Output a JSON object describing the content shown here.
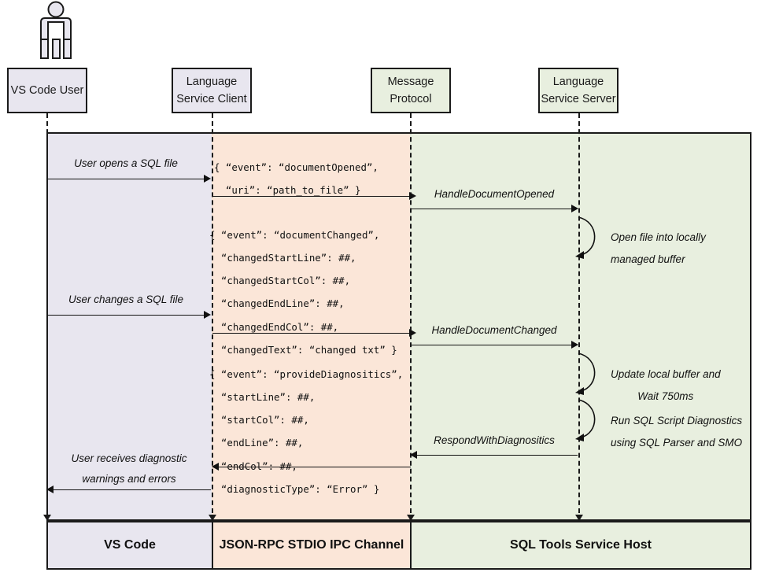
{
  "diagram": {
    "title": "SQL Tools Service language protocol sequence",
    "colors": {
      "vscode_band": "#e8e6ef",
      "rpc_band": "#fbe6d8",
      "sql_band": "#e8efdf",
      "stroke": "#1a1a1a"
    }
  },
  "actors": [
    {
      "id": "user",
      "line1": "VS Code User",
      "line2": ""
    },
    {
      "id": "client",
      "line1": "Language",
      "line2": "Service Client"
    },
    {
      "id": "proto",
      "line1": "Message",
      "line2": "Protocol"
    },
    {
      "id": "server",
      "line1": "Language",
      "line2": "Service Server"
    }
  ],
  "zones": [
    {
      "id": "vscode",
      "label": "VS Code"
    },
    {
      "id": "rpc",
      "label": "JSON-RPC STDIO IPC Channel"
    },
    {
      "id": "sql",
      "label": "SQL Tools Service Host"
    }
  ],
  "messages": {
    "user_opens": {
      "label": "User opens a SQL file"
    },
    "user_changes": {
      "label": "User changes a SQL file"
    },
    "user_receives": {
      "line1": "User receives diagnostic",
      "line2": "warnings and errors"
    },
    "handle_opened": {
      "label": "HandleDocumentOpened"
    },
    "handle_changed": {
      "label": "HandleDocumentChanged"
    },
    "respond_diag": {
      "label": "RespondWithDiagnositics"
    }
  },
  "payloads": {
    "document_opened": {
      "lines": [
        "{ “event”: “documentOpened”,",
        "  “uri”: “path_to_file” }"
      ]
    },
    "document_changed": {
      "lines": [
        "{ “event”: “documentChanged”,",
        "  “changedStartLine”: ##,",
        "  “changedStartCol”: ##,",
        "  “changedEndLine”: ##,",
        "  “changedEndCol”: ##,",
        "  “changedText”: “changed txt” }"
      ]
    },
    "provide_diagnostics": {
      "lines": [
        "{ “event”: “provideDiagnositics”,",
        "  “startLine”: ##,",
        "  “startCol”: ##,",
        "  “endLine”: ##,",
        "  “endCol”: ##,",
        "  “diagnosticType”: “Error” }"
      ]
    }
  },
  "notes": {
    "open_buffer": {
      "line1": "Open file into locally",
      "line2": "managed buffer"
    },
    "update_wait": {
      "line1": "Update local buffer and",
      "line2": "Wait 750ms"
    },
    "run_diag": {
      "line1": "Run SQL Script Diagnostics",
      "line2": "using SQL Parser and SMO"
    }
  }
}
